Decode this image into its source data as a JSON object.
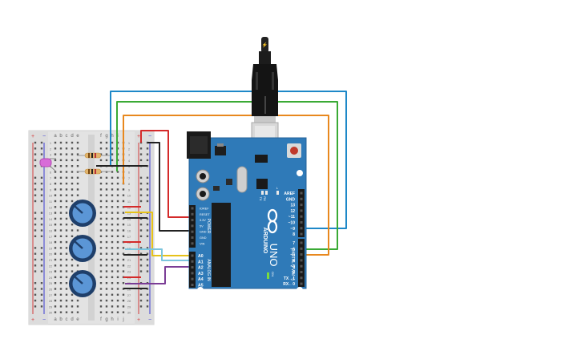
{
  "breadboard": {
    "columns_top": [
      "a",
      "b",
      "c",
      "d",
      "e",
      "f",
      "g",
      "h",
      "i",
      "j"
    ],
    "columns_bottom": [
      "a",
      "b",
      "c",
      "d",
      "e",
      "f",
      "g",
      "h",
      "i",
      "j"
    ],
    "rail_plus": "+",
    "rail_minus": "−",
    "row_numbers": [
      "1",
      "2",
      "3",
      "4",
      "5",
      "6",
      "7",
      "8",
      "9",
      "10",
      "11",
      "12",
      "13",
      "14",
      "15",
      "16",
      "17",
      "18",
      "19",
      "20",
      "21",
      "22",
      "23",
      "24",
      "25",
      "26",
      "27",
      "28",
      "29",
      "30"
    ]
  },
  "arduino": {
    "brand": "ARDUINO",
    "model": "UNO",
    "on_label": "ON",
    "tx_label": "TX",
    "rx_label": "RX",
    "l_label": "L",
    "digital_label": "DIGITAL (PWM ~)",
    "power_label": "POWER",
    "analog_label": "ANALOG IN",
    "power_pins": [
      "IOREF",
      "RESET",
      "3.3V",
      "5V",
      "GND",
      "GND",
      "VIN"
    ],
    "analog_pins": [
      "A0",
      "A1",
      "A2",
      "A3",
      "A4",
      "A5"
    ],
    "digital_top": [
      "AREF",
      "GND",
      "13",
      "12",
      "~11",
      "~10",
      "~9",
      "8"
    ],
    "digital_bottom": [
      "7",
      "~6",
      "~5",
      "4",
      "~3",
      "2",
      "TX→1",
      "RX←0"
    ]
  },
  "components": {
    "led_color": "#d86bd8",
    "resistor_color": "#e2b46c",
    "pot_color": "#2a5b9a",
    "pot_knob_color": "#5b96d6"
  },
  "wires": {
    "red": "#d42a2a",
    "black": "#222222",
    "yellow": "#e6c21a",
    "lightblue": "#7cc5dd",
    "purple": "#7b3d96",
    "blue": "#1e88c8",
    "green": "#3aaa35",
    "orange": "#e8881e"
  }
}
